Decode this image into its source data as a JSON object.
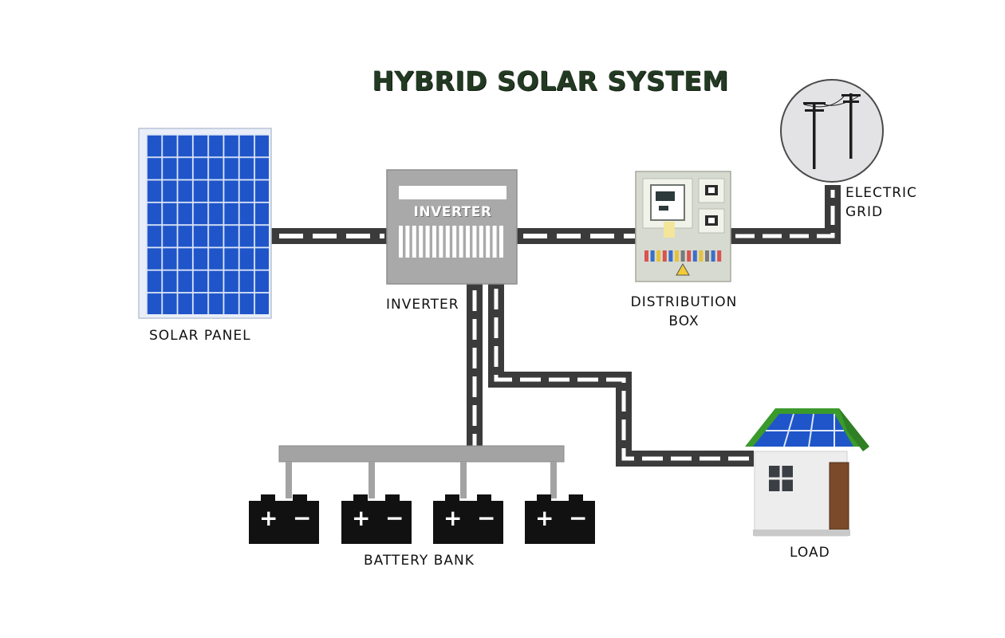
{
  "title": "HYBRID SOLAR SYSTEM",
  "components": {
    "solar_panel": {
      "label": "SOLAR PANEL"
    },
    "inverter": {
      "label": "INVERTER",
      "face_text": "INVERTER"
    },
    "distribution_box": {
      "label_line1": "DISTRIBUTION",
      "label_line2": "BOX"
    },
    "electric_grid": {
      "label_line1": "ELECTRIC",
      "label_line2": "GRID"
    },
    "battery_bank": {
      "label": "BATTERY BANK",
      "terminal_plus": "+",
      "terminal_minus": "−"
    },
    "load": {
      "label": "LOAD"
    }
  },
  "colors": {
    "panel_blue": "#1f55c9",
    "panel_frame": "#e9eef8",
    "cable_dark": "#3b3b3b",
    "cable_dash": "#ffffff",
    "inverter_grey": "#a9a9a9",
    "dist_box": "#d7dad0",
    "roof_green": "#3a9a2c",
    "door_brown": "#7a4a2a",
    "title_green": "#233a22"
  }
}
